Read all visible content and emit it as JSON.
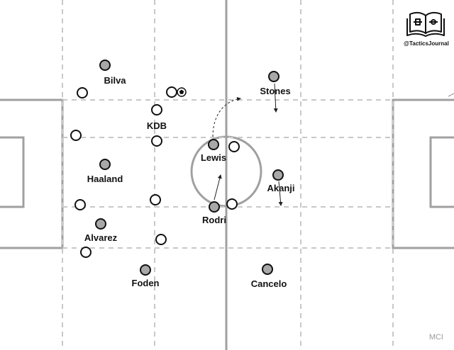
{
  "branding": {
    "handle": "@TacticsJournal",
    "logo_icon": "open-book-pitch-icon"
  },
  "watermark": "MCI",
  "players": [
    {
      "label": "Bilva",
      "team": "grey"
    },
    {
      "label": "KDB",
      "team": "white"
    },
    {
      "label": "Haaland",
      "team": "grey"
    },
    {
      "label": "Alvarez",
      "team": "grey"
    },
    {
      "label": "Foden",
      "team": "grey"
    },
    {
      "label": "Lewis",
      "team": "grey"
    },
    {
      "label": "Rodri",
      "team": "grey"
    },
    {
      "label": "Stones",
      "team": "grey"
    },
    {
      "label": "Akanji",
      "team": "grey"
    },
    {
      "label": "Cancelo",
      "team": "grey"
    }
  ],
  "colors": {
    "grey_player": "#a8a8a8",
    "white_player": "#ffffff",
    "pitch_line": "#a0a0a0",
    "zone_line": "#c8c8c8"
  },
  "ball_icon": "football-icon"
}
